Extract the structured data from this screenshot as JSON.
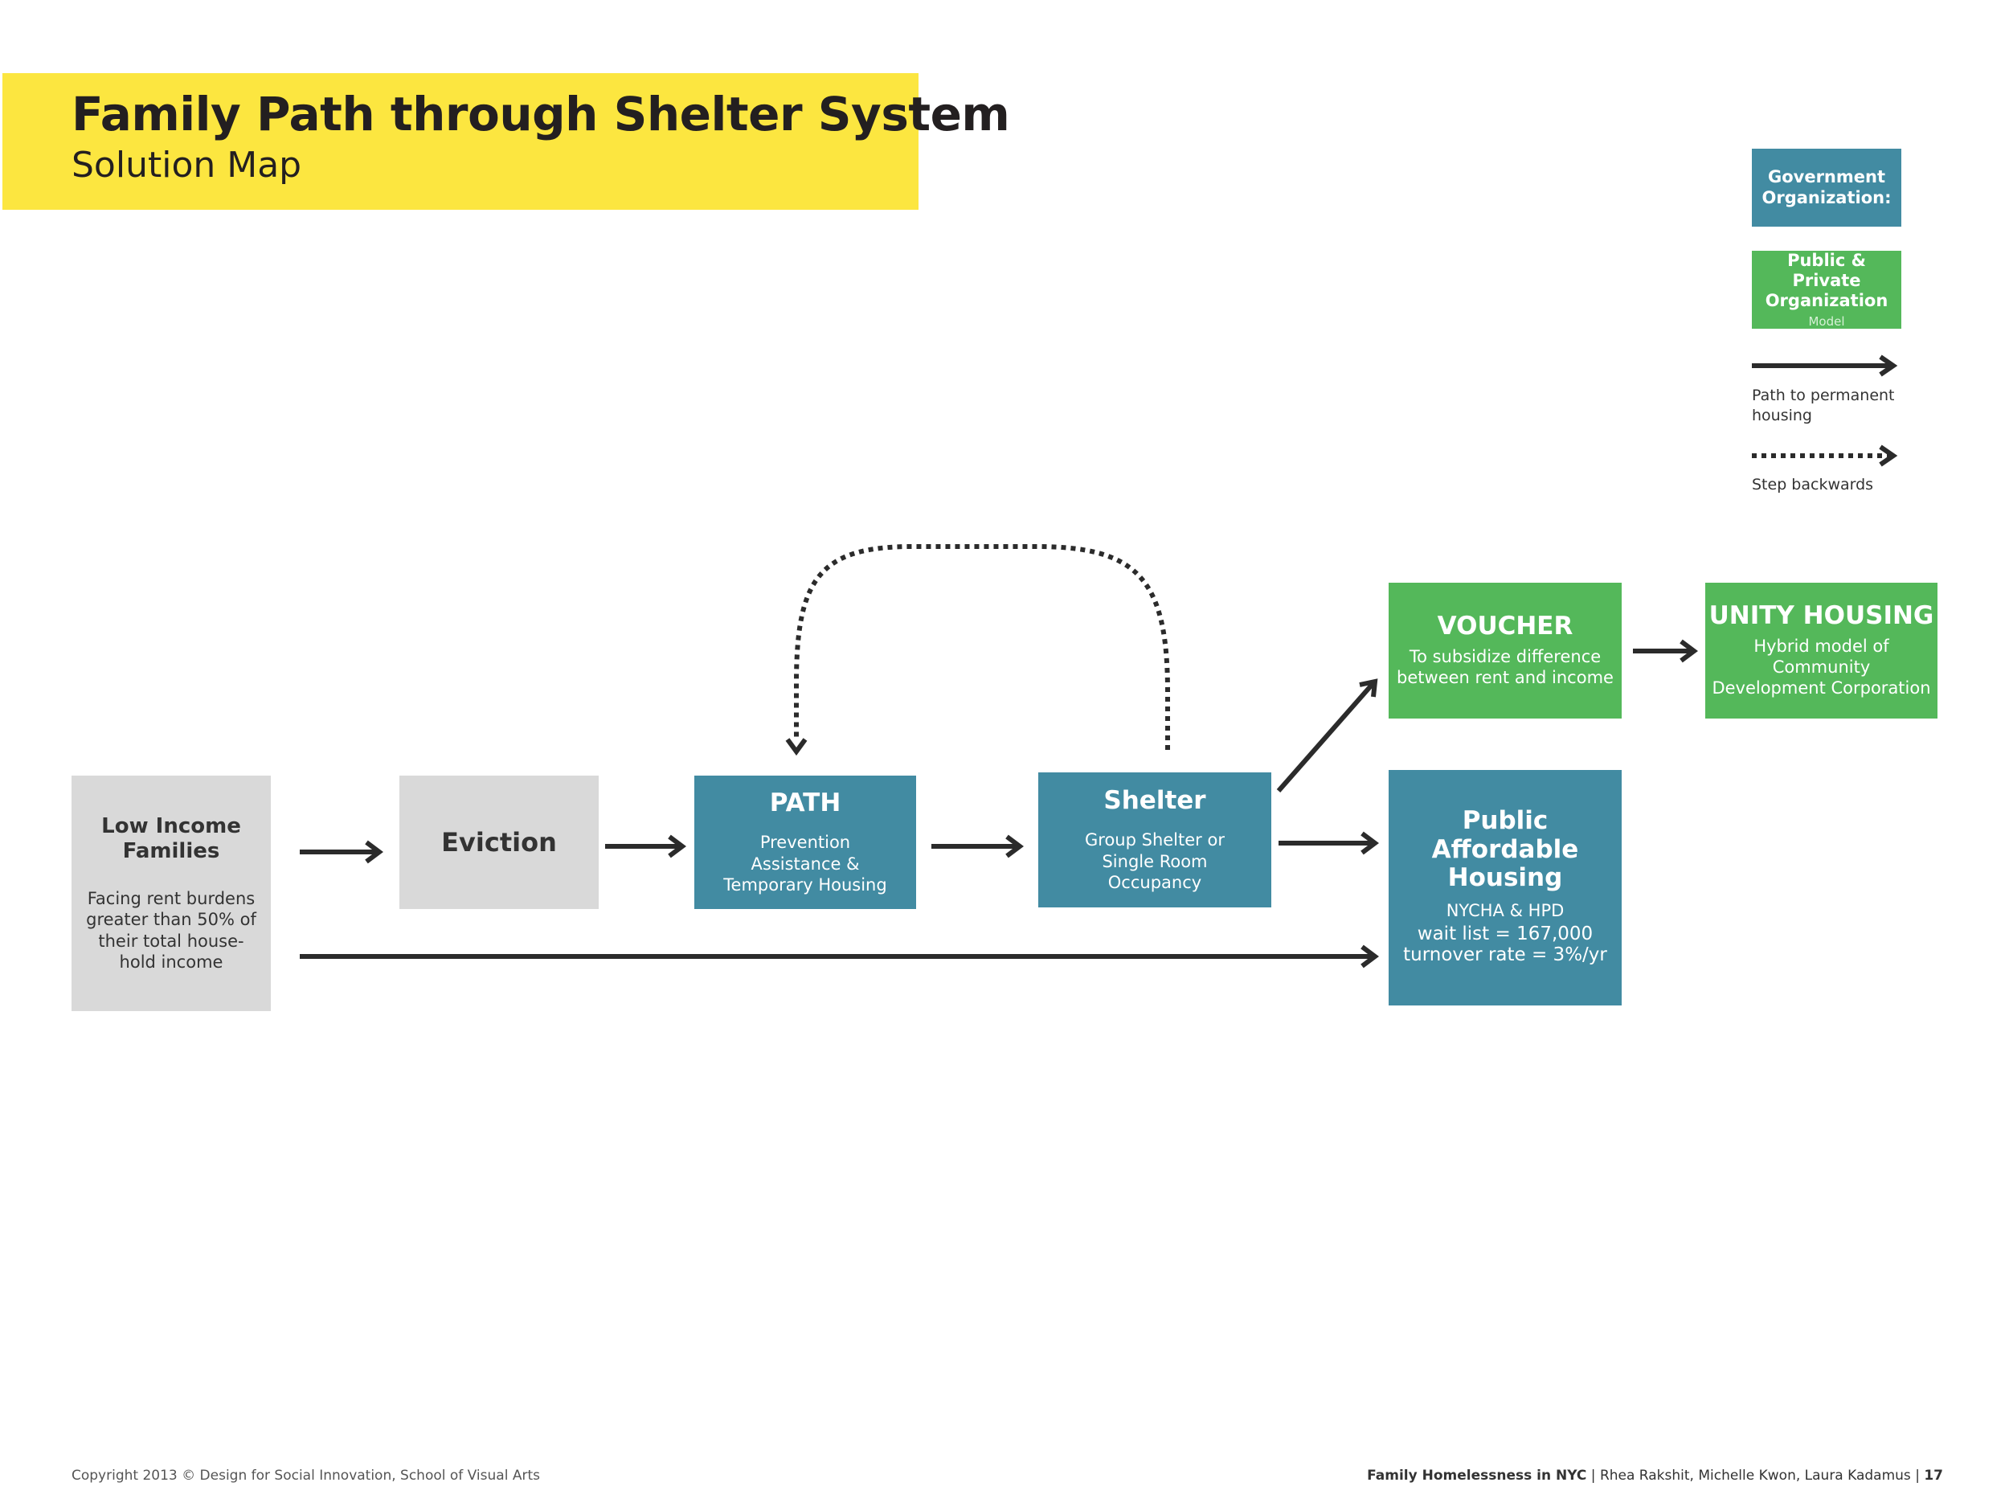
{
  "header": {
    "title": "Family Path through Shelter System",
    "subtitle": "Solution Map"
  },
  "legend": {
    "government": "Government\nOrganization:",
    "public_private": "Public & Private\nOrganization",
    "public_private_note": "Model",
    "solid_arrow_label": "Path to permanent\nhousing",
    "dotted_arrow_label": "Step backwards"
  },
  "nodes": {
    "low_income": {
      "title": "Low Income\nFamilies",
      "body": "Facing rent burdens\ngreater than 50% of\ntheir total house-\nhold income"
    },
    "eviction": {
      "title": "Eviction"
    },
    "path": {
      "title": "PATH",
      "body": "Prevention\nAssistance &\nTemporary Housing"
    },
    "shelter": {
      "title": "Shelter",
      "body": "Group Shelter or\nSingle Room\nOccupancy"
    },
    "voucher": {
      "title": "VOUCHER",
      "body": "To subsidize difference\nbetween rent and income"
    },
    "unity": {
      "title": "UNITY HOUSING",
      "body": "Hybrid model of Community\nDevelopment Corporation"
    },
    "public_housing": {
      "title": "Public Affordable\nHousing",
      "line1": "NYCHA & HPD",
      "line2": "wait list = 167,000\nturnover rate = 3%/yr"
    }
  },
  "colors": {
    "title_band": "#fce640",
    "government": "#428ba2",
    "public_private": "#54b85a",
    "neutral": "#d9d9d9",
    "arrow": "#2b2b2b"
  },
  "footer": {
    "copyright": "Copyright 2013 © Design for Social Innovation, School of Visual Arts",
    "report_bold": "Family Homelessness",
    "report_rest": " in NYC",
    "authors": " | Rhea Rakshit, Michelle Kwon, Laura Kadamus | ",
    "page": "17"
  }
}
